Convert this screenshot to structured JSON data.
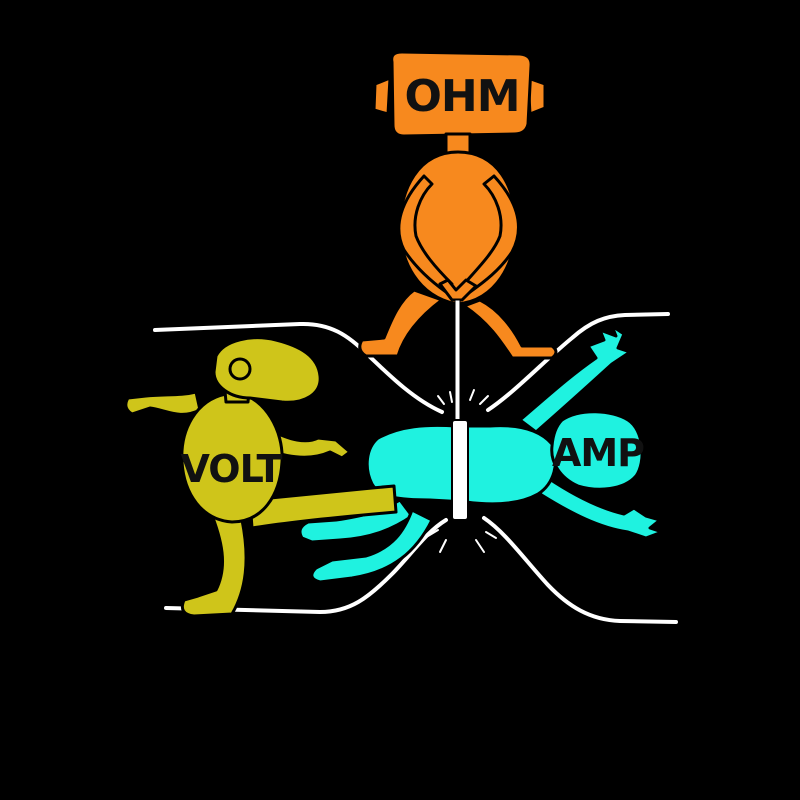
{
  "labels": {
    "ohm": "OHM",
    "volt": "VOLT",
    "amp": "AMP"
  },
  "colors": {
    "background": "#000000",
    "ohm": "#F7891E",
    "volt": "#CFC51A",
    "amp": "#1FF2E0",
    "wire": "#FFFFFF",
    "outline": "#000000"
  }
}
